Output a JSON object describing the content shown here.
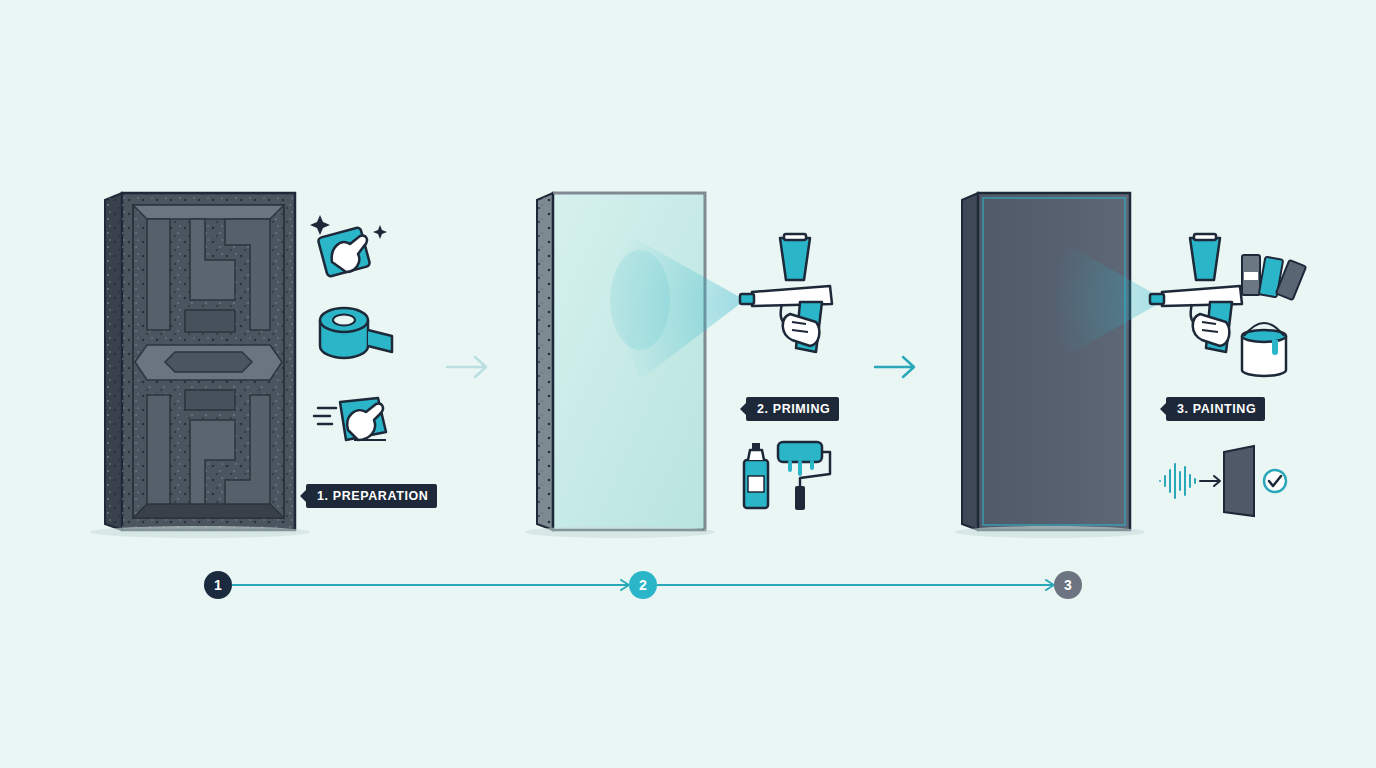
{
  "diagram": {
    "nodes": [
      {
        "text": [
          "1. PREPARATION"
        ]
      },
      {
        "text": [
          "2. PRIMING"
        ]
      },
      {
        "text": [
          "3. PAINTING"
        ]
      },
      {
        "text": [
          "1"
        ]
      },
      {
        "text": [
          "2"
        ]
      },
      {
        "text": [
          "3"
        ]
      }
    ],
    "edges": [
      {
        "from": 3,
        "to": 4,
        "arrow": "to"
      },
      {
        "from": 4,
        "to": 5,
        "arrow": "to"
      }
    ]
  }
}
